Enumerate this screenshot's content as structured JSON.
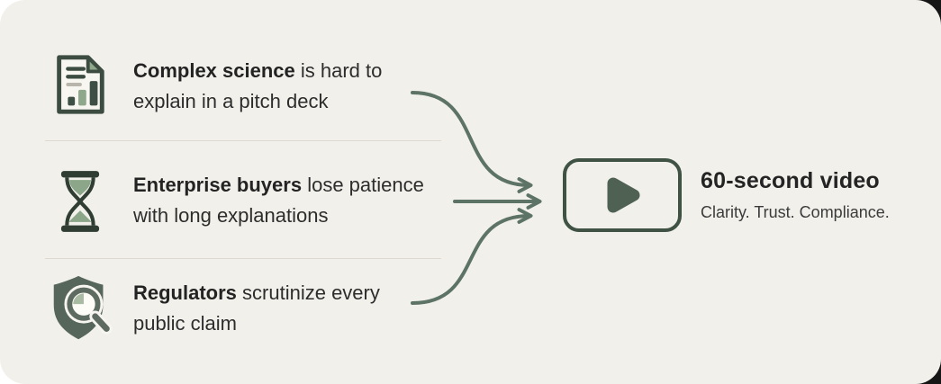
{
  "card": {
    "background": "#f2f0eb"
  },
  "colors": {
    "dark_green": "#3c4c40",
    "muted_green": "#5c7365",
    "light_green": "#8fa88c",
    "shield_green": "#57665b",
    "text_primary": "#2d2d2d",
    "divider": "#ddd9d0",
    "outside_left": "#ffffff",
    "outside_right": "#161616"
  },
  "problems": [
    {
      "icon": "document-chart-icon",
      "bold": "Complex science",
      "rest1": " is hard to",
      "line2": "explain in a pitch deck"
    },
    {
      "icon": "hourglass-icon",
      "bold": "Enterprise buyers",
      "rest1": " lose patience",
      "line2": "with long explanations"
    },
    {
      "icon": "shield-search-icon",
      "bold": "Regulators",
      "rest1": " scrutinize every",
      "line2": "public claim"
    }
  ],
  "result": {
    "icon": "play-icon",
    "title": "60-second video",
    "subtitle": "Clarity. Trust. Compliance."
  }
}
